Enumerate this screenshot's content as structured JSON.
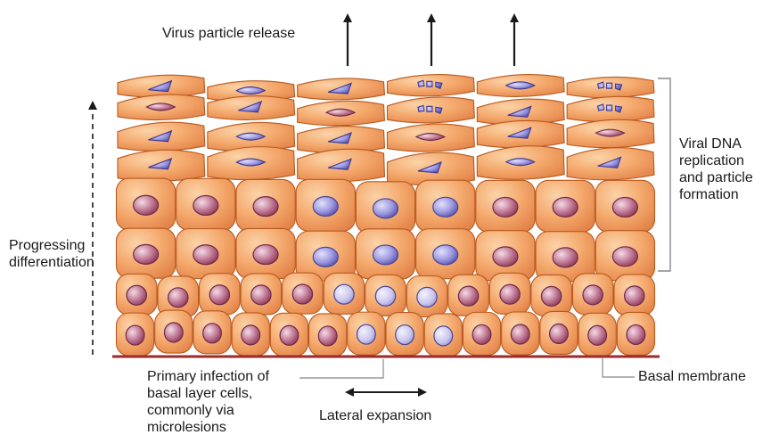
{
  "labels": {
    "virus_release": "Virus particle release",
    "viral_dna": [
      "Viral DNA",
      "replication",
      "and particle",
      "formation"
    ],
    "progressing": [
      "Progressing",
      "differentiation"
    ],
    "primary_infection": [
      "Primary infection of",
      "basal layer cells,",
      "commonly via",
      "microlesions"
    ],
    "lateral_expansion": "Lateral expansion",
    "basal_membrane": "Basal membrane"
  },
  "colors": {
    "cell_fill": "#f2a56b",
    "cell_light": "#f9c99a",
    "cell_edge": "#b85a1e",
    "nucleus": "#a94f6e",
    "nucleus_light": "#e8c8d8",
    "infected_nucleus": "#8a86d8",
    "infected_nucleus_light": "#dcdaf5",
    "membrane": "#9c2a2a",
    "ink": "#1a1a1a",
    "guide_line": "#888888"
  },
  "icons": [
    "up-arrow-icon",
    "dashed-up-arrow-icon",
    "double-arrow-icon",
    "bracket-icon"
  ]
}
